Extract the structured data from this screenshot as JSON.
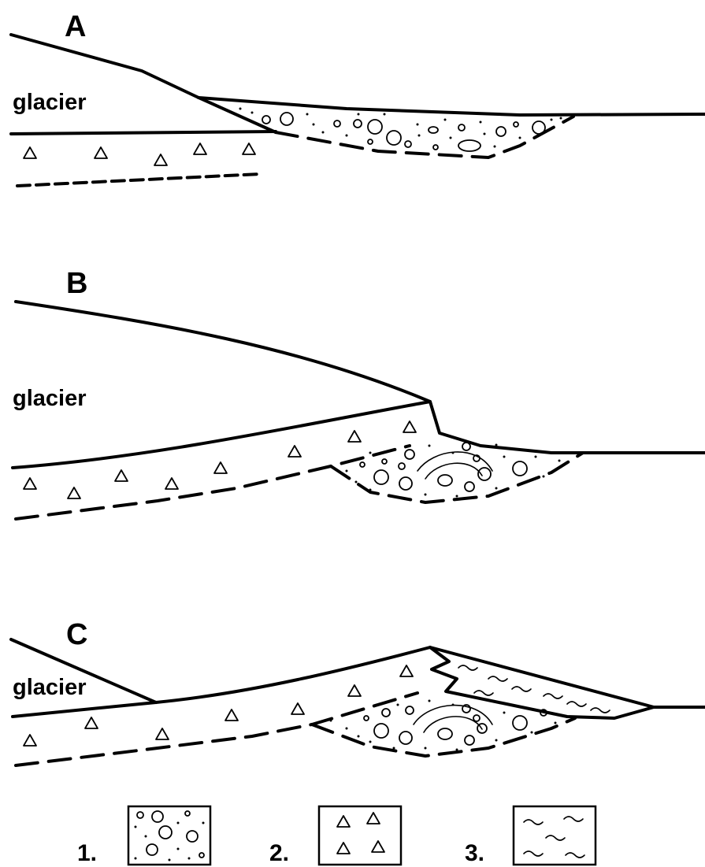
{
  "panels": [
    {
      "letter": "A",
      "glacier_label": "glacier"
    },
    {
      "letter": "B",
      "glacier_label": "glacier"
    },
    {
      "letter": "C",
      "glacier_label": "glacier"
    }
  ],
  "legend": [
    {
      "number": "1.",
      "symbol": "pebbles-and-dots-icon"
    },
    {
      "number": "2.",
      "symbol": "triangles-icon"
    },
    {
      "number": "3.",
      "symbol": "wavy-lines-icon"
    }
  ]
}
